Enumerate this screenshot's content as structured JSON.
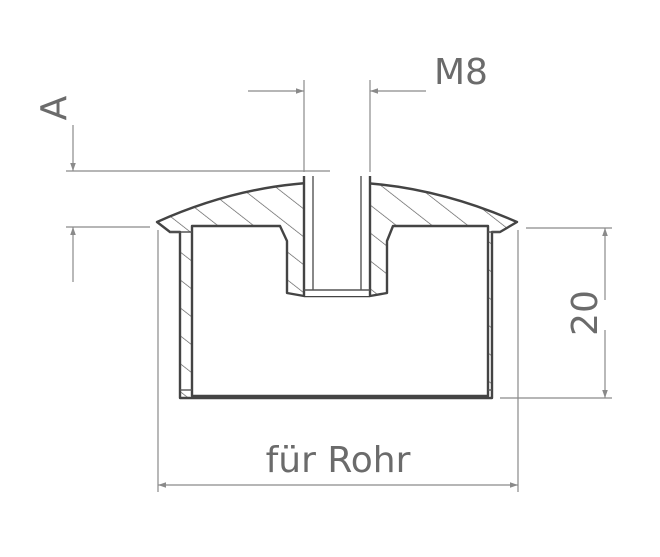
{
  "drawing": {
    "labels": {
      "thread": "M8",
      "height_param": "A",
      "height_value": "20",
      "tube_label": "für Rohr"
    },
    "colors": {
      "outline": "#444444",
      "dimension": "#8a8a8a",
      "hatch": "#555555",
      "text": "#6b6b6b",
      "background": "#ffffff"
    }
  }
}
